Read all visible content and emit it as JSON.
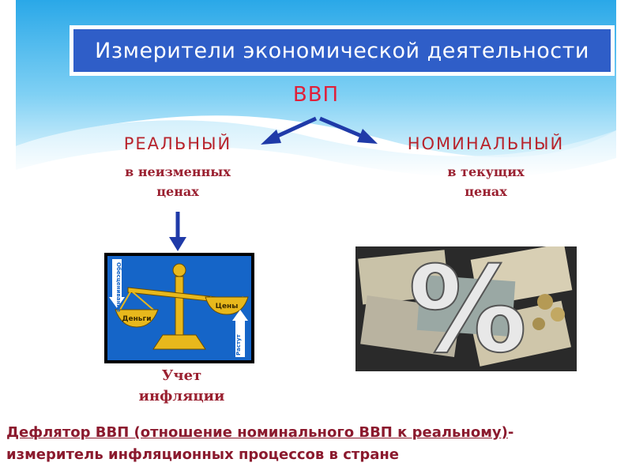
{
  "title": "Измерители экономической деятельности",
  "root_label": "ВВП",
  "branches": {
    "real": {
      "title": "РЕАЛЬНЫЙ",
      "subtitle_1": "в неизменных",
      "subtitle_2": "ценах"
    },
    "nominal": {
      "title": "НОМИНАЛЬНЫЙ",
      "subtitle_1": "в текущих",
      "subtitle_2": "ценах"
    }
  },
  "scales_image": {
    "left_pan": "Деньги",
    "right_pan": "Цены",
    "left_arrow": "Обесценивание",
    "right_arrow": "Растут"
  },
  "money_image": {
    "symbol": "%"
  },
  "inflation_label_1": "Учет",
  "inflation_label_2": "инфляции",
  "footer": {
    "link": "Дефлятор ВВП (отношение номинального ВВП к реальному)",
    "dash": "-",
    "text": "измеритель инфляционных процессов в стране"
  },
  "colors": {
    "title_bg": "#2f5ec8",
    "accent_red": "#e0203a",
    "dark_red": "#8b1a2e",
    "arrow_blue": "#1f3aa8"
  }
}
